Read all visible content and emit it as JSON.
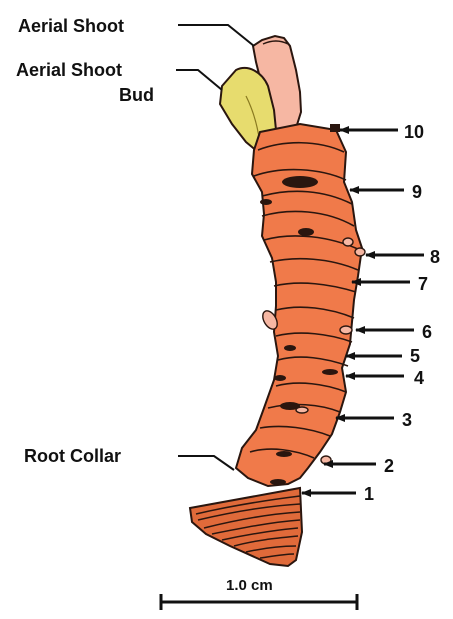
{
  "labels": {
    "aerial_shoot": "Aerial Shoot",
    "aerial_shoot_bud_line1": "Aerial Shoot",
    "aerial_shoot_bud_line2": "Bud",
    "root_collar": "Root Collar"
  },
  "nodes": [
    "1",
    "2",
    "3",
    "4",
    "5",
    "6",
    "7",
    "8",
    "9",
    "10"
  ],
  "scale_bar": {
    "label": "1.0 cm"
  },
  "colors": {
    "stem": "#f07a4a",
    "stem_dark": "#c9512a",
    "root_collar": "#e06a3a",
    "shoot": "#f6b7a3",
    "bud": "#e7dc6e",
    "outline": "#2a160f"
  }
}
